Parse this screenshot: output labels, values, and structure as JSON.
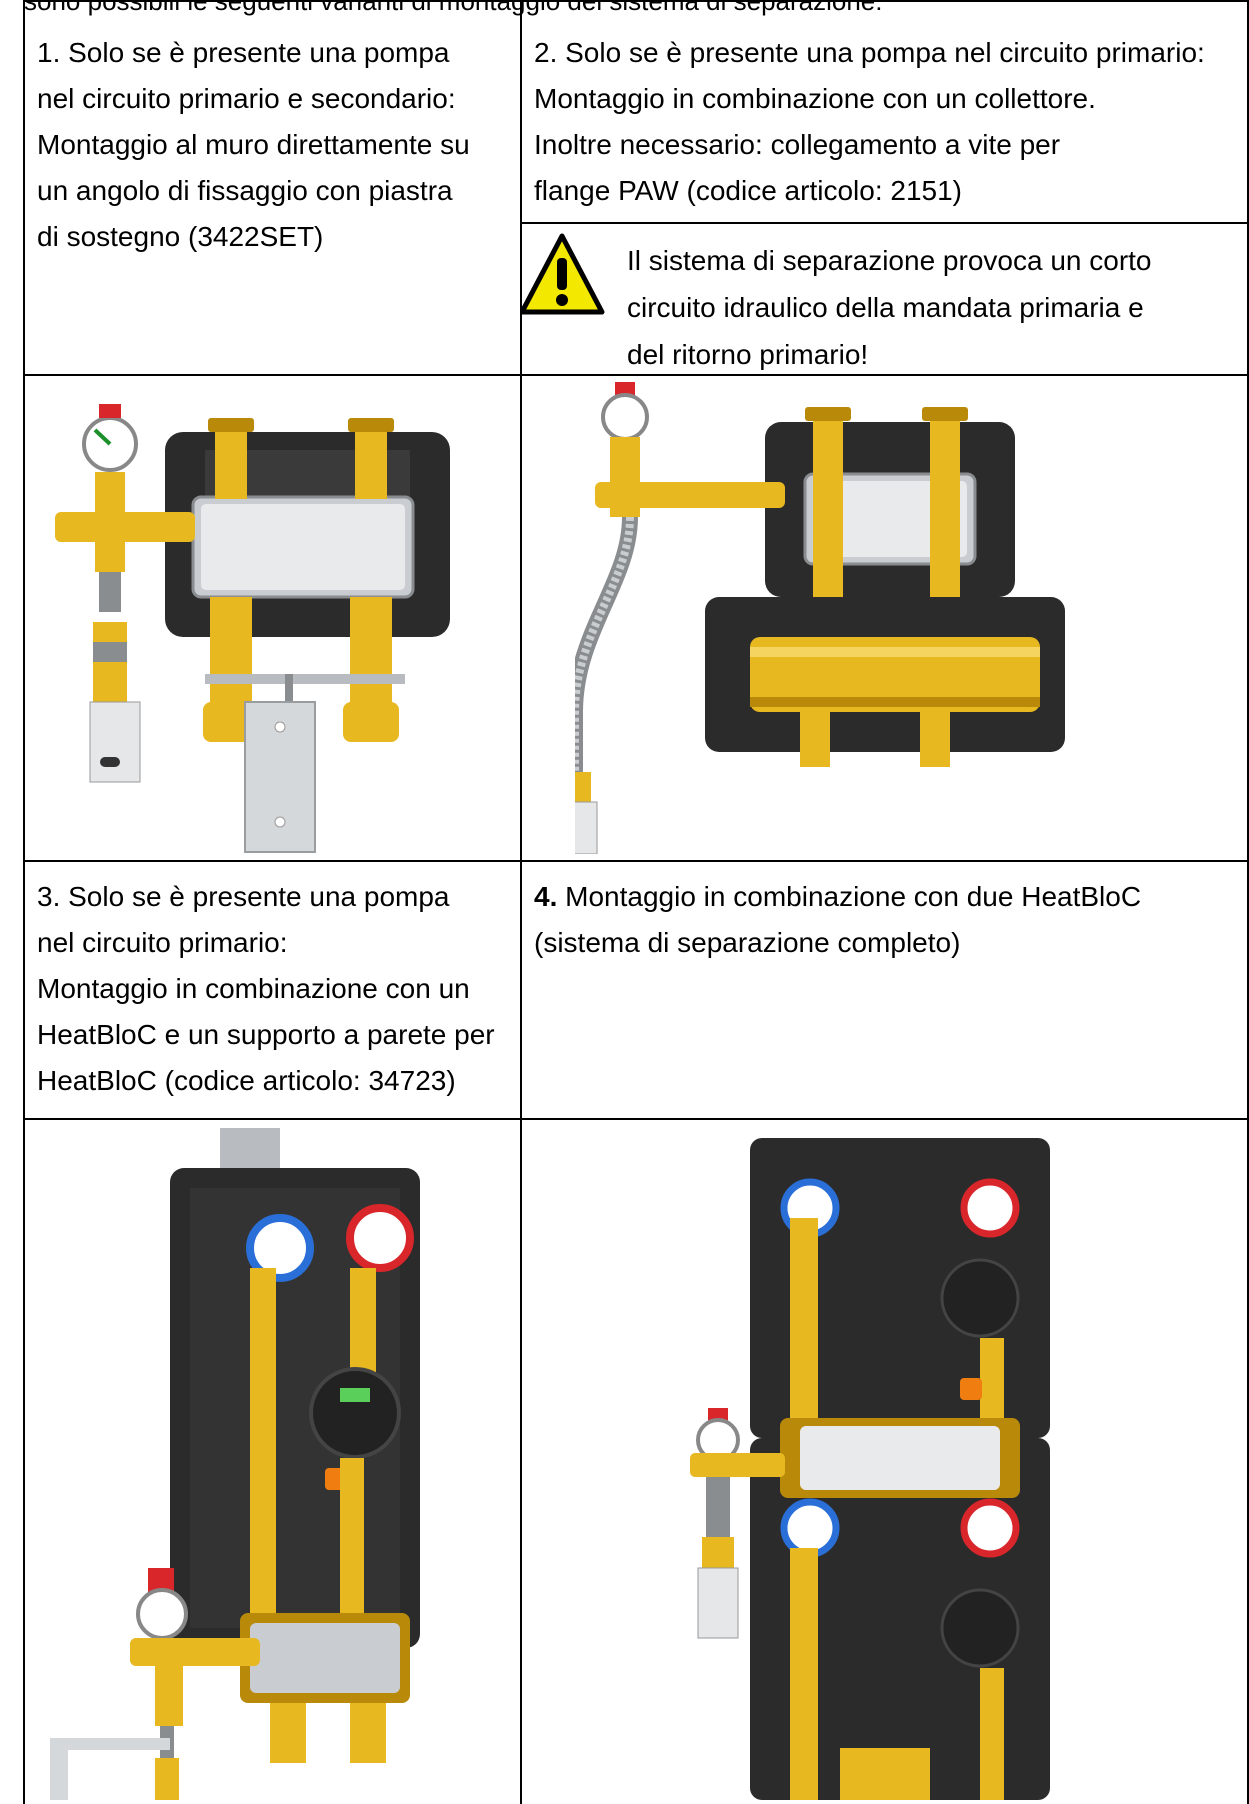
{
  "intro_text": "sono possibili le seguenti varianti di montaggio del sistema di separazione:",
  "cells": {
    "c1": {
      "title_lines": [
        "1. Solo se è presente una pompa",
        "nel circuito primario e secondario:"
      ],
      "body_lines": [
        "Montaggio al muro direttamente su",
        "un angolo di fissaggio con piastra",
        "di sostegno (3422SET)"
      ]
    },
    "c2": {
      "title_lines": [
        "2. Solo se è presente una pompa nel circuito primario:"
      ],
      "body_lines": [
        "Montaggio in combinazione con un collettore.",
        "Inoltre necessario: collegamento a vite per",
        "flange PAW (codice articolo: 2151)"
      ],
      "warning_lines": [
        "Il sistema di separazione provoca un corto",
        "circuito idraulico della mandata primaria e",
        "del ritorno primario!"
      ]
    },
    "c3": {
      "title_lines": [
        "3. Solo se è presente una pompa",
        "nel circuito primario:"
      ],
      "body_lines": [
        "Montaggio in combinazione con un",
        "HeatBloC e un supporto a parete per",
        "HeatBloC (codice articolo: 34723)"
      ]
    },
    "c4": {
      "prefix": "4.",
      "body_lines": [
        " Montaggio in combinazione con due HeatBloC",
        "(sistema di separazione completo)"
      ]
    }
  },
  "colors": {
    "brass": "#e8b820",
    "brass_dark": "#b98a0a",
    "insulation": "#2b2b2b",
    "steel": "#c9ccd0",
    "warning_yellow": "#f2e800",
    "gauge_red": "#d8262a",
    "gauge_blue": "#2a6fd8",
    "handle_orange": "#f07d10"
  }
}
